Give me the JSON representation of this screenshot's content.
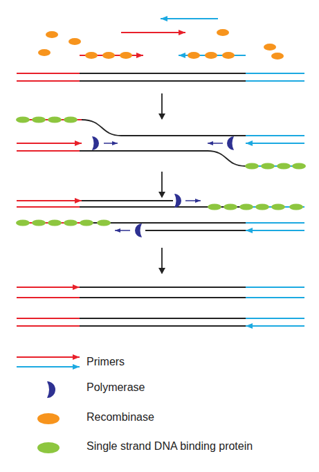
{
  "diagram": {
    "legend": [
      {
        "text": "Primers"
      },
      {
        "text": "Polymerase",
        "color": "#2e3192"
      },
      {
        "text": "Recombinase",
        "color": "#f7941d"
      },
      {
        "text": "Single strand DNA binding protein",
        "color": "#8dc63f"
      }
    ]
  }
}
